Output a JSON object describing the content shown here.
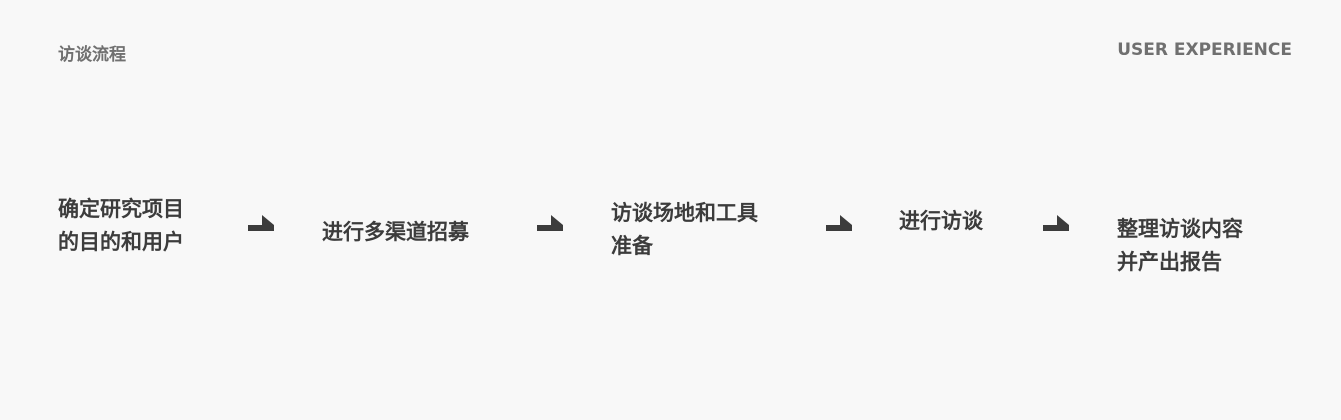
{
  "header": {
    "title": "访谈流程",
    "section": "USER EXPERIENCE"
  },
  "colors": {
    "background": "#f8f8f8",
    "text": "#3c3c3c",
    "header_text": "#707070"
  },
  "steps": [
    {
      "line1": "确定研究项目",
      "line2": "的目的和用户"
    },
    {
      "line1": "进行多渠道招募"
    },
    {
      "line1": "访谈场地和工具",
      "line2": "准备"
    },
    {
      "line1": "进行访谈"
    },
    {
      "line1": "整理访谈内容",
      "line2": "并产出报告"
    }
  ],
  "arrow_icon": "right-hook-arrow"
}
